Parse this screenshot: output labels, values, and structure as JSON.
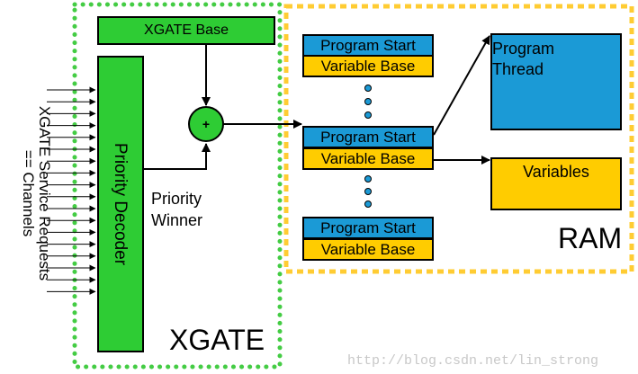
{
  "xgate": {
    "region_label": "XGATE",
    "base_label": "XGATE Base",
    "decoder_label": "Priority Decoder",
    "adder_symbol": "+",
    "winner_label_line1": "Priority",
    "winner_label_line2": "Winner",
    "requests_label_line1": "XGATE Service Requests",
    "requests_label_line2": "== Channels"
  },
  "ram": {
    "region_label": "RAM",
    "vectors": [
      {
        "program": "Program Start",
        "variable": "Variable Base"
      },
      {
        "program": "Program Start",
        "variable": "Variable Base"
      },
      {
        "program": "Program Start",
        "variable": "Variable Base"
      }
    ],
    "thread_line1": "Program",
    "thread_line2": "Thread",
    "variables_label": "Variables"
  },
  "watermark": "http://blog.csdn.net/lin_strong",
  "colors": {
    "green": "#2ecc34",
    "blue": "#1b9ad6",
    "yellow": "#ffcc00",
    "green_dotted": "#44cc44",
    "yellow_dashed": "#ffcc33"
  }
}
